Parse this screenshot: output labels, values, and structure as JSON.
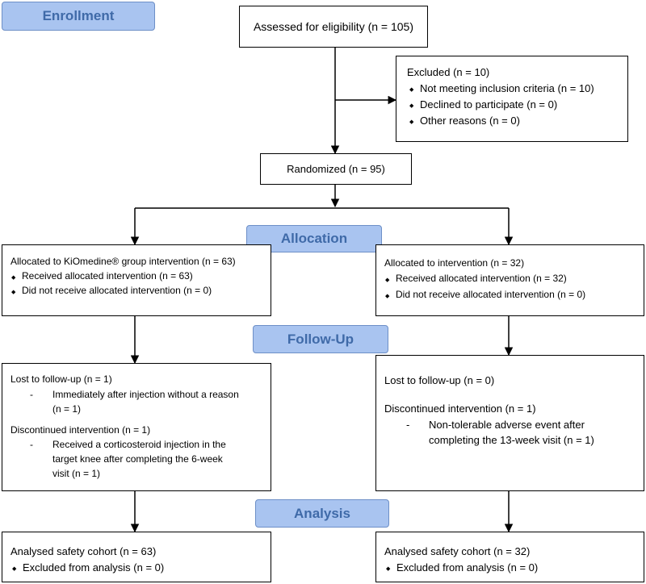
{
  "stages": {
    "enrollment": "Enrollment",
    "allocation": "Allocation",
    "followup": "Follow-Up",
    "analysis": "Analysis"
  },
  "assessed": "Assessed for eligibility (n = 105)",
  "excluded": {
    "title": "Excluded  (n = 10)",
    "items": [
      "Not meeting inclusion criteria (n = 10)",
      "Declined to participate (n = 0)",
      "Other reasons (n = 0)"
    ]
  },
  "randomized": "Randomized (n = 95)",
  "allocation_left": {
    "title": "Allocated to KiOmedine® group intervention (n = 63)",
    "items": [
      "Received allocated intervention (n = 63)",
      "Did not receive allocated intervention (n = 0)"
    ]
  },
  "allocation_right": {
    "title": "Allocated to intervention (n = 32)",
    "items": [
      "Received allocated intervention (n = 32)",
      "Did not receive allocated intervention (n = 0)"
    ]
  },
  "followup_left": {
    "lost": "Lost to follow-up (n = 1)",
    "lost_reason_1": "Immediately after injection without a reason",
    "lost_reason_2": "(n = 1)",
    "discontinued": "Discontinued intervention (n = 1)",
    "disc_reason_1": "Received a corticosteroid injection in the",
    "disc_reason_2": "target knee after completing the 6-week",
    "disc_reason_3": "visit (n = 1)"
  },
  "followup_right": {
    "lost": "Lost to follow-up (n = 0)",
    "discontinued": "Discontinued intervention (n = 1)",
    "disc_reason_1": "Non-tolerable adverse event after",
    "disc_reason_2": "completing the 13-week visit (n = 1)"
  },
  "analysis_left": {
    "title": "Analysed safety cohort (n = 63)",
    "excluded": "Excluded from analysis (n = 0)"
  },
  "analysis_right": {
    "title": "Analysed safety cohort (n = 32)",
    "excluded": "Excluded from analysis (n = 0)"
  }
}
